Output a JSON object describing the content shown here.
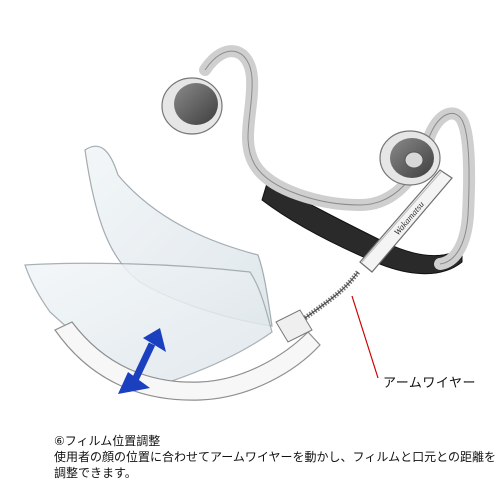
{
  "callout": {
    "label": "アームワイヤー"
  },
  "caption": {
    "title": "⑥フィルム位置調整",
    "line1": "使用者の顔の位置に合わせてアームワイヤーを動かし、フィルムと口元との距離を",
    "line2": "調整できます。"
  },
  "logo": {
    "text": "Wakamatsu"
  },
  "colors": {
    "callout_line": "#cc0000",
    "arrow": "#1a3fbf",
    "band": "#2a2a2a",
    "ear_pad": "#555555"
  }
}
